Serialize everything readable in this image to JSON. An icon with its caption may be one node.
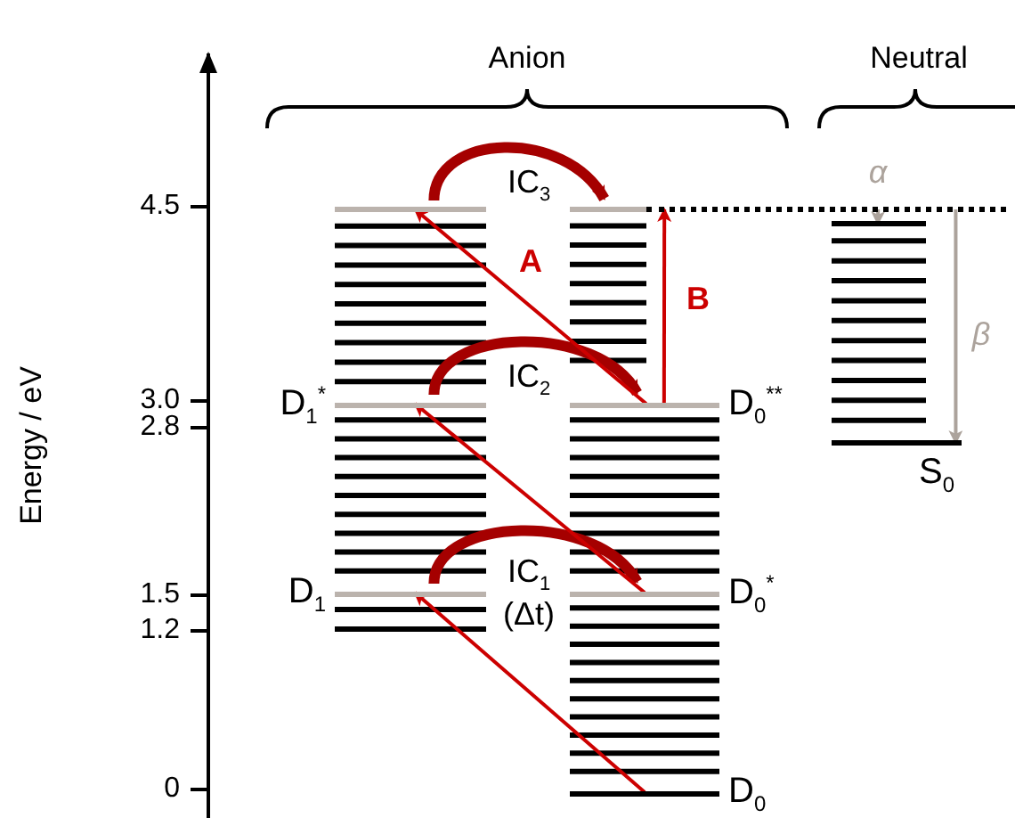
{
  "diagram": {
    "nodes": [
      {
        "text": [],
        "shape": "bar"
      },
      {
        "text": [],
        "shape": "bar"
      },
      {
        "text": [],
        "shape": "bar"
      },
      {
        "text": [
          "D$_{1}$$^{*}$"
        ]
      },
      {
        "text": [
          "D$_{0}$$^{**}$"
        ]
      },
      {
        "text": [
          "D$_{1}$"
        ]
      },
      {
        "text": [
          "D$_{0}$$^{*}$"
        ]
      },
      {
        "text": [
          "D$_{0}$"
        ]
      },
      {
        "text": [],
        "shape": "bar"
      },
      {
        "text": [
          "S$_{0}$"
        ]
      }
    ],
    "edges": [
      {
        "from": 0,
        "to": 1,
        "arrow": "to",
        "label": "IC$_{3}$",
        "style": "thick",
        "color": "#a50000"
      },
      {
        "from": 3,
        "to": 4,
        "arrow": "to",
        "label": "IC$_{2}$",
        "style": "thick",
        "color": "#a50000"
      },
      {
        "from": 5,
        "to": 6,
        "arrow": "to",
        "label": "IC$_{1}$ (Δt)",
        "style": "thick",
        "color": "#a50000"
      },
      {
        "from": 4,
        "to": 0,
        "arrow": "to",
        "label": "A"
      },
      {
        "from": 4,
        "to": 2,
        "arrow": "to",
        "label": "B"
      },
      {
        "from": 6,
        "to": 3,
        "arrow": "to"
      },
      {
        "from": 7,
        "to": 5,
        "arrow": "to"
      },
      {
        "from": 2,
        "to": 8,
        "arrow": "to",
        "label": "α",
        "color": "#aca39c"
      },
      {
        "from": 2,
        "to": 9,
        "arrow": "to",
        "label": "β",
        "color": "#aca39c"
      }
    ],
    "labels": [
      "Anion",
      "Neutral",
      "Energy / eV",
      "4.5",
      "3.0",
      "2.8",
      "1.5",
      "1.2",
      "0"
    ]
  }
}
